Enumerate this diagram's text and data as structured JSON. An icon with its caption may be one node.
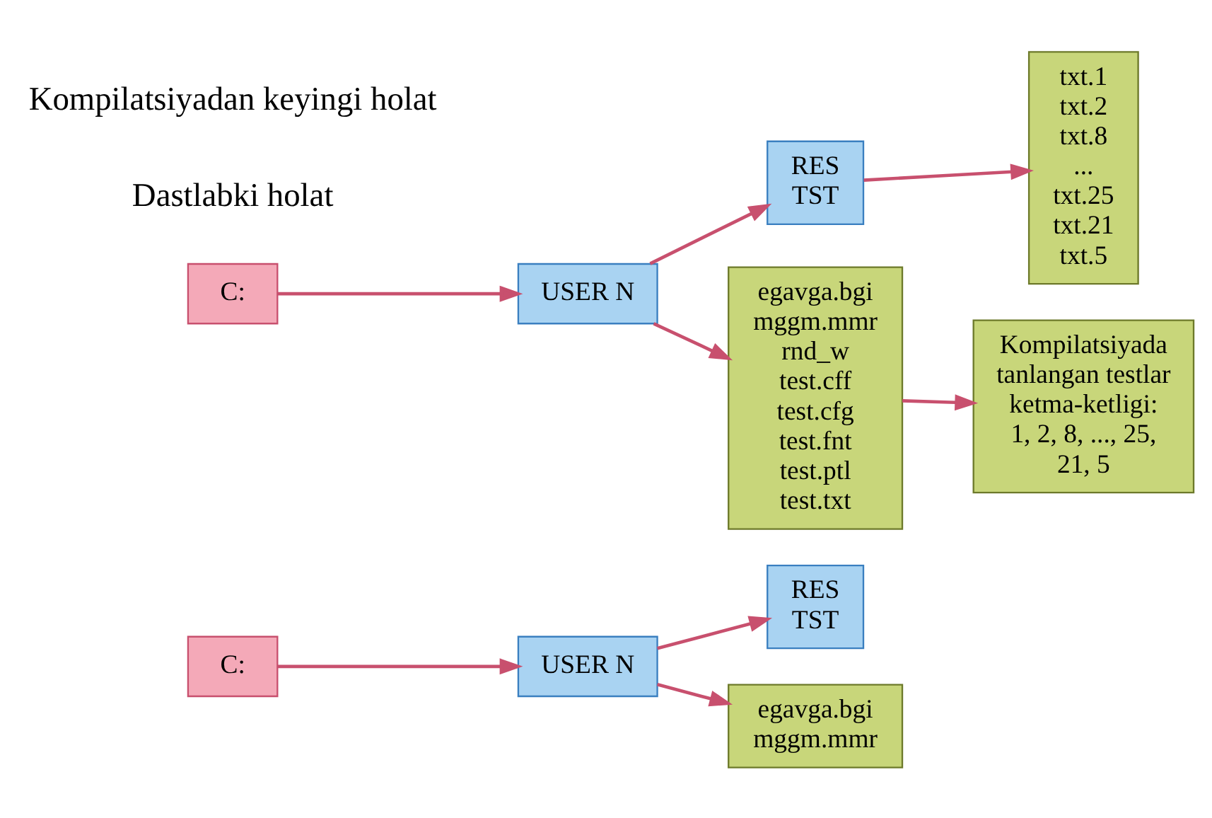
{
  "diagram": {
    "nodes": [
      {
        "text": [
          "C:"
        ]
      },
      {
        "text": [
          "RES",
          "TST"
        ]
      },
      {
        "text": [
          "USER N"
        ]
      },
      {
        "text": [
          "egavga.bgi",
          "mggm.mmr"
        ]
      },
      {
        "text": [
          "C:"
        ]
      },
      {
        "text": [
          "RES",
          "TST"
        ]
      },
      {
        "text": [
          "USER N"
        ]
      },
      {
        "text": [
          "egavga.bgi",
          "mggm.mmr",
          "rnd_w",
          "test.cff",
          "test.cfg",
          "test.fnt",
          "test.ptl",
          "test.txt"
        ]
      },
      {
        "text": [
          "txt.1",
          "txt.2",
          "txt.8",
          "...",
          "txt.25",
          "txt.21",
          "txt.5"
        ]
      },
      {
        "text": [
          "Kompilatsiyada tanlangan testlar ketma-ketligi:",
          "1, 2, 8, ..., 25, 21, 5"
        ]
      }
    ],
    "edges": [
      {
        "from": 0,
        "to": 2,
        "arrow": "to"
      },
      {
        "from": 2,
        "to": 1,
        "arrow": "to"
      },
      {
        "from": 2,
        "to": 3,
        "arrow": "to"
      },
      {
        "from": 4,
        "to": 6,
        "arrow": "to"
      },
      {
        "from": 6,
        "to": 5,
        "arrow": "to"
      },
      {
        "from": 6,
        "to": 7,
        "arrow": "to"
      },
      {
        "from": 5,
        "to": 8,
        "arrow": "to"
      },
      {
        "from": 7,
        "to": 9,
        "arrow": "to"
      }
    ],
    "labels": [
      "Dastlabki holat",
      "Kompilatsiyadan keyingi holat"
    ]
  }
}
